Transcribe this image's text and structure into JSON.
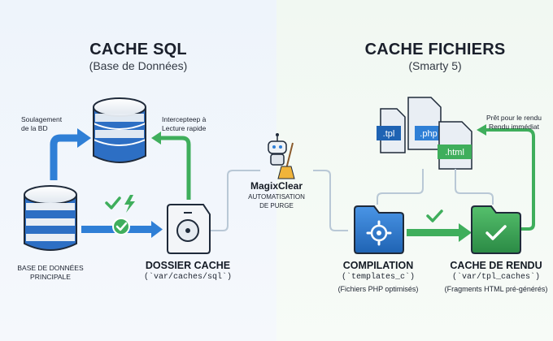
{
  "left": {
    "title": "CACHE SQL",
    "subtitle": "(Base de Données)",
    "label_relief": "Soulagement\nde la BD",
    "label_intercept": "Intercepteep à\nLecture rapide",
    "db_main_label": "BASE DE DONNÉES\nPRINCIPALE",
    "folder_title": "DOSSIER CACHE",
    "folder_path": "(`var/caches/sql`)"
  },
  "center": {
    "name": "MagixClear",
    "subtitle": "AUTOMATISATION\nDE PURGE"
  },
  "right": {
    "title": "CACHE FICHIERS",
    "subtitle": "(Smarty 5)",
    "label_ready": "Prêt pour le rendu\nRendu immédiat",
    "file_tpl": ".tpl",
    "file_php": ".php",
    "file_html": ".html",
    "compile_title": "COMPILATION",
    "compile_path": "(`templates_c`)",
    "compile_desc": "(Fichiers PHP optimisés)",
    "render_title": "CACHE DE RENDU",
    "render_path": "(`var/tpl_caches`)",
    "render_desc": "(Fragments HTML pré-générés)"
  },
  "colors": {
    "blue": "#2f7fd6",
    "dark_blue": "#1f5fae",
    "green": "#3fae5c",
    "dark_green": "#2b8a45"
  }
}
